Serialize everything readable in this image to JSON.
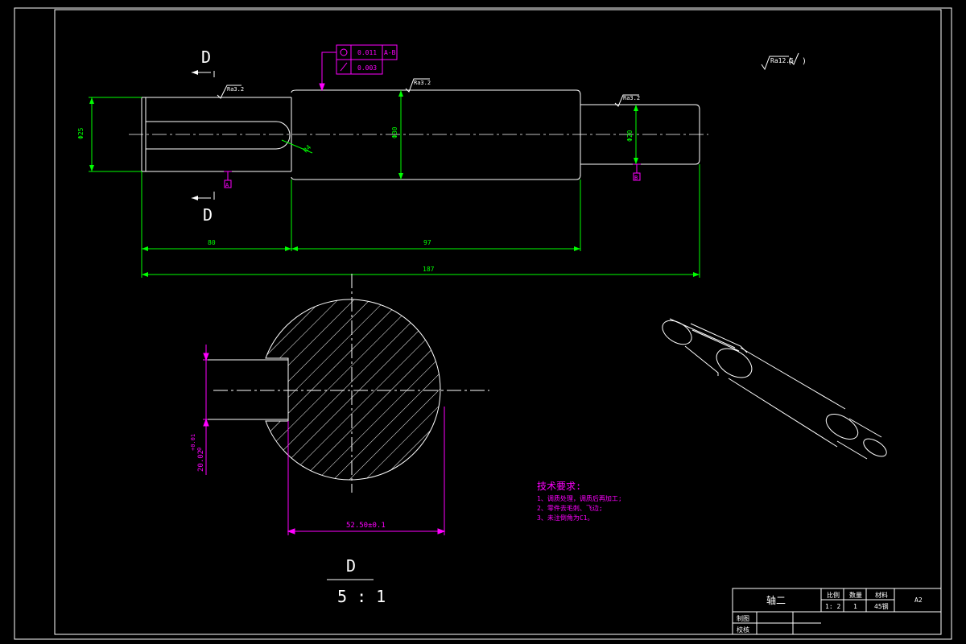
{
  "section_marker_top": "D",
  "section_marker_bottom": "D",
  "section_view": {
    "label": "D",
    "scale": "5 : 1"
  },
  "roughness": {
    "general": "Ra12.5",
    "left_journal": "Ra3.2",
    "middle": "Ra3.2",
    "right_journal": "Ra3.2"
  },
  "tolerance_frame": {
    "row1": {
      "tolerance": "0.011",
      "datum": "A-B"
    },
    "row2": {
      "tolerance": "0.003"
    }
  },
  "datum_labels": {
    "left": "A",
    "right": "B"
  },
  "dimensions": {
    "left_diameter": "Φ25",
    "middle_diameter": "Φ30",
    "right_diameter": "Φ20",
    "keyway_radius": "R4",
    "length_left": "80",
    "length_middle": "97",
    "length_total": "187",
    "key_width": "20.02",
    "key_width_tol_upper": "+0.01",
    "key_width_tol_lower": "0",
    "section_depth": "52.50±0.1"
  },
  "tech_requirements": {
    "title": "技术要求:",
    "items": [
      "1、调质处理，调质后再加工;",
      "2、零件去毛刺、飞边;",
      "3、未注倒角为C1。"
    ]
  },
  "title_block": {
    "part_name": "轴二",
    "headers": {
      "scale": "比例",
      "qty": "数量",
      "material": "材料"
    },
    "values": {
      "scale": "1: 2",
      "qty": "1",
      "material": "45钢"
    },
    "sheet_size": "A2",
    "drawn_label": "制图",
    "checked_label": "校核"
  },
  "colors": {
    "background": "#000000",
    "outline": "#ffffff",
    "dimension": "#00ff00",
    "annotation": "#ff00ff"
  }
}
